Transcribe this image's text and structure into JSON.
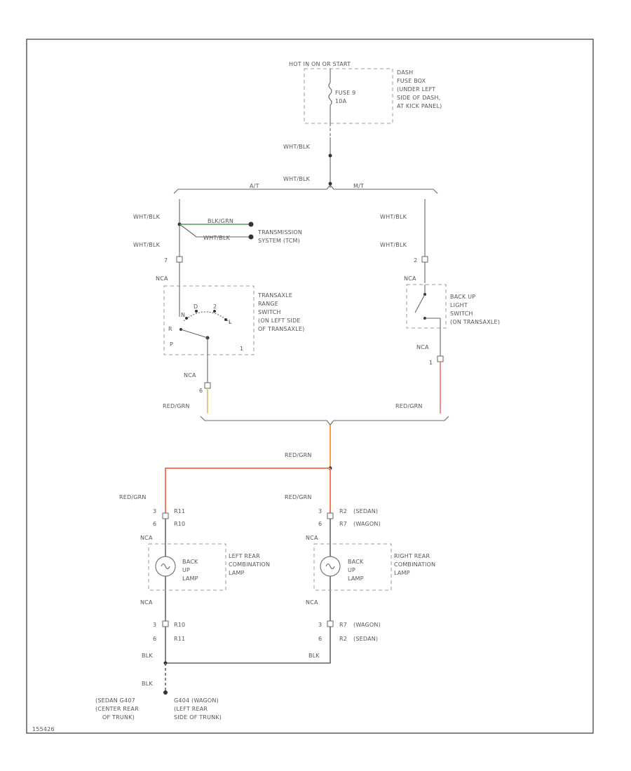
{
  "colors": {
    "red_grn_wire": "#f07c5a",
    "red_grn_feed": "#f0a050",
    "red_wire": "#f07070",
    "grn_wire": "#2e8b2e",
    "yellow_wire": "#e0c060",
    "line": "#666666",
    "frame": "#444444"
  },
  "labels": {
    "power_source": "HOT IN ON OR START",
    "fuse_name": "FUSE 9",
    "fuse_rating": "10A",
    "fuse_box_1": "DASH",
    "fuse_box_2": "FUSE BOX",
    "fuse_box_3": "(UNDER LEFT",
    "fuse_box_4": "SIDE OF DASH,",
    "fuse_box_5": "AT KICK PANEL)",
    "wht_blk_1": "WHT/BLK",
    "wht_blk_2": "WHT/BLK",
    "at": "A/T",
    "mt": "M/T",
    "wht_blk_left_1": "WHT/BLK",
    "wht_blk_left_2": "WHT/BLK",
    "wht_blk_right_1": "WHT/BLK",
    "wht_blk_right_2": "WHT/BLK",
    "trans_wire_1": "BLK/GRN",
    "trans_wire_2": "WHT/BLK",
    "trans_sys_1": "TRANSMISSION",
    "trans_sys_2": "SYSTEM (TCM)",
    "pin_7": "7",
    "pin_2": "2",
    "nca_1": "NCA",
    "nca_2": "NCA",
    "nca_3": "NCA",
    "nca_4": "NCA",
    "nca_5": "NCA",
    "nca_6": "NCA",
    "nca_7": "NCA",
    "nca_8": "NCA",
    "range_sw_1": "TRANSAXLE",
    "range_sw_2": "RANGE",
    "range_sw_3": "SWITCH",
    "range_sw_4": "(ON LEFT SIDE",
    "range_sw_5": "OF TRANSAXLE)",
    "pos_r": "R",
    "pos_n": "N",
    "pos_d": "D",
    "pos_p": "P",
    "pos_l": "L",
    "pos_2": "2",
    "pin_6": "6",
    "pin_1": "1",
    "backup_sw_1": "BACK UP",
    "backup_sw_2": "LIGHT",
    "backup_sw_3": "SWITCH",
    "backup_sw_4": "(ON TRANSAXLE)",
    "red_grn_1": "RED/GRN",
    "red_grn_2": "RED/GRN",
    "red_grn_3": "RED/GRN",
    "red_grn_4": "RED/GRN",
    "red_grn_5": "RED/GRN",
    "l_pin_a": "3",
    "l_pin_b": "6",
    "l_conn_a": "R11",
    "l_conn_b": "R10",
    "r_pin_a": "3",
    "r_pin_b": "6",
    "r_conn_a": "R2",
    "r_conn_a_note": "(SEDAN)",
    "r_conn_b": "R7",
    "r_conn_b_note": "(WAGON)",
    "lamp_l_1": "BACK",
    "lamp_l_2": "UP",
    "lamp_l_3": "LAMP",
    "lamp_r_1": "BACK",
    "lamp_r_2": "UP",
    "lamp_r_3": "LAMP",
    "left_comb_1": "LEFT REAR",
    "left_comb_2": "COMBINATION",
    "left_comb_3": "LAMP",
    "right_comb_1": "RIGHT REAR",
    "right_comb_2": "COMBINATION",
    "right_comb_3": "LAMP",
    "lb_pin_a": "3",
    "lb_pin_b": "6",
    "lb_conn_a": "R10",
    "lb_conn_b": "R11",
    "rb_pin_a": "3",
    "rb_pin_b": "6",
    "rb_conn_a": "R7",
    "rb_conn_a_note": "(WAGON)",
    "rb_conn_b": "R2",
    "rb_conn_b_note": "(SEDAN)",
    "blk_1": "BLK",
    "blk_2": "BLK",
    "blk_3": "BLK",
    "gnd_1_a": "(SEDAN G407",
    "gnd_1_b": "(CENTER REAR",
    "gnd_1_c": "OF TRUNK)",
    "gnd_2_a": "G404 (WAGON)",
    "gnd_2_b": "(LEFT REAR",
    "gnd_2_c": "SIDE OF TRUNK)",
    "figure_id": "155426"
  }
}
